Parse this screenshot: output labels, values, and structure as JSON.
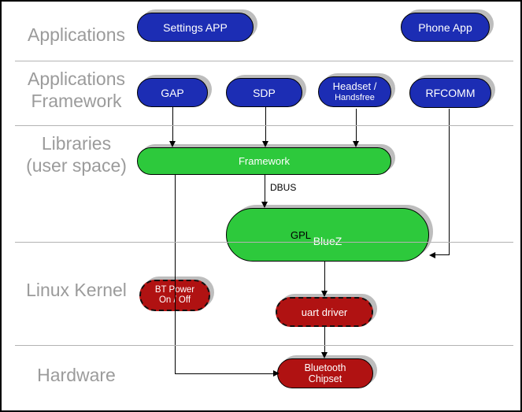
{
  "colors": {
    "app_blue": "#1c2db4",
    "library_green": "#2dc93c",
    "kernel_red": "#b01212",
    "layer_label_gray": "#9b9b9b",
    "separator_gray": "#b3b3b3",
    "shadow_gray": "#bdbdbd"
  },
  "layers": [
    {
      "lines": [
        "Applications"
      ]
    },
    {
      "lines": [
        "Applications",
        "Framework"
      ]
    },
    {
      "lines": [
        "Libraries",
        "(user space)"
      ]
    },
    {
      "lines": [
        "Linux Kernel"
      ]
    },
    {
      "lines": [
        "Hardware"
      ]
    }
  ],
  "nodes": {
    "settings_app": {
      "label": "Settings APP"
    },
    "phone_app": {
      "label": "Phone App"
    },
    "gap": {
      "label": "GAP"
    },
    "sdp": {
      "label": "SDP"
    },
    "headset": {
      "line1": "Headset /",
      "line2": "Handsfree"
    },
    "rfcomm": {
      "label": "RFCOMM"
    },
    "framework": {
      "label": "Framework"
    },
    "bluez": {
      "label": "BlueZ",
      "badge": "GPL"
    },
    "bt_power": {
      "line1": "BT Power",
      "line2": "On / Off"
    },
    "uart_driver": {
      "label": "uart driver"
    },
    "bluetooth_chipset": {
      "line1": "Bluetooth",
      "line2": "Chipset"
    }
  },
  "edge_labels": {
    "dbus": "DBUS"
  }
}
